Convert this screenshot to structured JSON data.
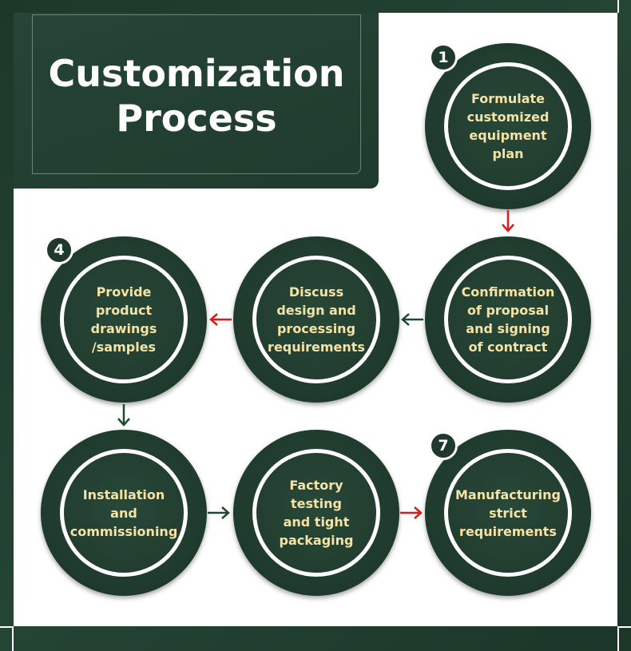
{
  "title": {
    "line1": "Customization",
    "line2": "Process"
  },
  "colors": {
    "dark_green": "#1f3a2c",
    "label_cream": "#f4e2a6",
    "arrow_red": "#e11919",
    "arrow_green": "#1f4a30"
  },
  "steps": [
    {
      "number": "1",
      "label": "Formulate\ncustomized\nequipment\nplan"
    },
    {
      "number": "",
      "label": "Confirmation\nof proposal\nand signing\nof contract"
    },
    {
      "number": "",
      "label": "Discuss\ndesign and\nprocessing\nrequirements"
    },
    {
      "number": "4",
      "label": "Provide\nproduct\ndrawings\n/samples"
    },
    {
      "number": "",
      "label": "Installation\nand\ncommissioning"
    },
    {
      "number": "",
      "label": "Factory\ntesting\nand tight\npackaging"
    },
    {
      "number": "7",
      "label": "Manufacturing\nstrict\nrequirements"
    }
  ]
}
